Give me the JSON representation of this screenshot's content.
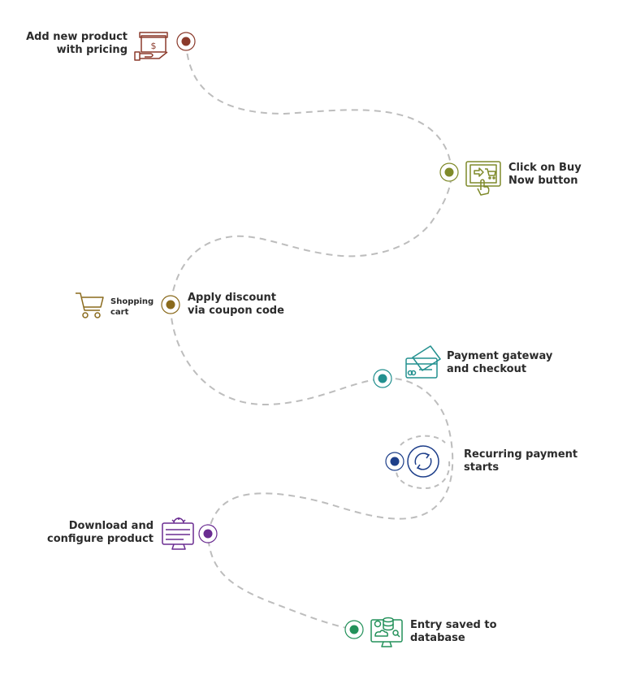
{
  "steps": [
    {
      "line1": "Add new product",
      "line2": "with pricing",
      "icon": "product-price-icon",
      "color": "#8B3A2B"
    },
    {
      "line1": "Click on Buy",
      "line2": "Now button",
      "icon": "buy-now-click-icon",
      "color": "#7F8A2A"
    },
    {
      "line1": "Apply discount",
      "line2": "via coupon code",
      "icon": "shopping-cart-icon",
      "color": "#8A6A1C"
    },
    {
      "line1": "Payment gateway",
      "line2": "and checkout",
      "icon": "credit-card-icon",
      "color": "#23908F"
    },
    {
      "line1": "Recurring payment",
      "line2": "starts",
      "icon": "recurring-cycle-icon",
      "color": "#1E3F8A"
    },
    {
      "line1": "Download and",
      "line2": "configure product",
      "icon": "configure-monitor-icon",
      "color": "#6A2C91"
    },
    {
      "line1": "Entry saved to",
      "line2": "database",
      "icon": "database-monitor-icon",
      "color": "#23915A"
    }
  ],
  "cart_caption": {
    "line1": "Shopping",
    "line2": "cart"
  },
  "path_color": "#bdbdbd"
}
